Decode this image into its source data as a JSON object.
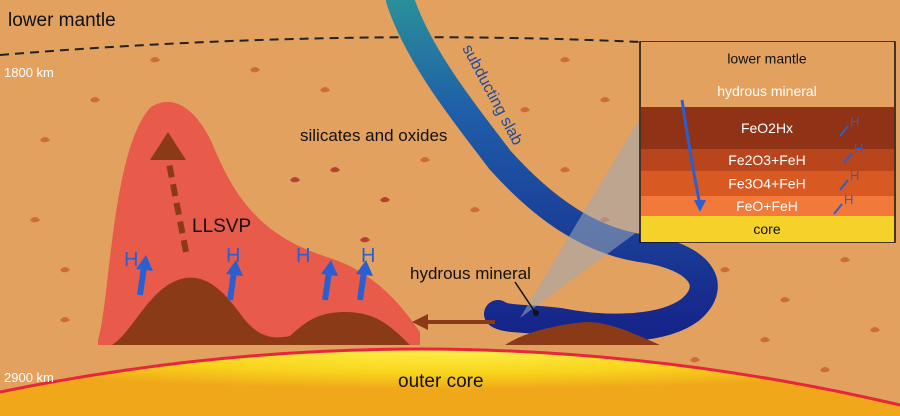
{
  "labels": {
    "lower_mantle": "lower mantle",
    "depth_top": "1800 km",
    "depth_bottom": "2900 km",
    "silicates": "silicates and oxides",
    "subducting_slab": "subducting slab",
    "llsvp": "LLSVP",
    "hydrous_mineral": "hydrous mineral",
    "outer_core": "outer core",
    "hydrogen": "H"
  },
  "inset": {
    "layers": [
      {
        "label": "lower mantle",
        "color": "#e2a15e"
      },
      {
        "label": "hydrous mineral",
        "color": "#e2a15e"
      },
      {
        "label": "FeO2Hx",
        "color": "#8f3215"
      },
      {
        "label": "Fe2O3+FeH",
        "color": "#b8451c"
      },
      {
        "label": "Fe3O4+FeH",
        "color": "#d85a22"
      },
      {
        "label": "FeO+FeH",
        "color": "#f2793a"
      },
      {
        "label": "core",
        "color": "#f4d22a"
      }
    ]
  },
  "colors": {
    "mantle": "#e2a15e",
    "llsvp": "#e85a4a",
    "pile": "#8b3a17",
    "slab_dark": "#1b2e8f",
    "slab_light": "#2a8f9a",
    "core_yellow": "#f7d21c",
    "cmb_red": "#e8263a",
    "hydrogen_blue": "#2b5fd0"
  }
}
